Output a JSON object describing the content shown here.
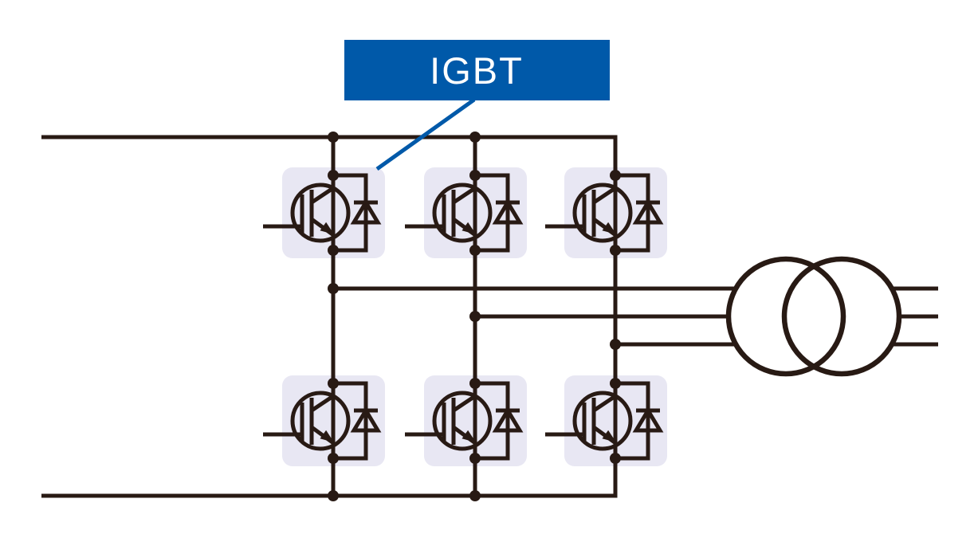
{
  "diagram": {
    "label": "IGBT",
    "igbt_cell_count": 6,
    "rows": 2,
    "columns": 3,
    "phase_output_lines": 3
  },
  "colors": {
    "page-bg": "#ffffff",
    "line": "#281a14",
    "cell-bg": "#e8e7f3",
    "label-bg": "#0059a9",
    "label-text": "#ffffff"
  }
}
